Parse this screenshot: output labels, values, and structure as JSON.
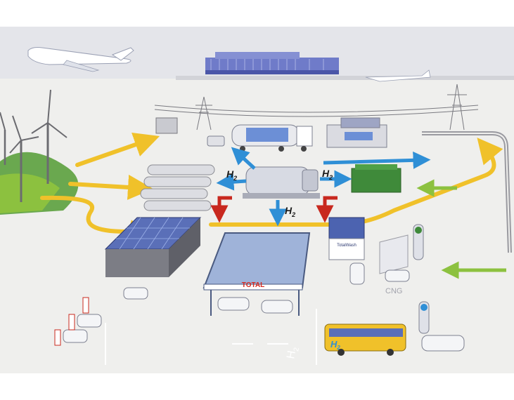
{
  "labels": {
    "h2_top_left": "H",
    "h2_top_right": "H",
    "h2_bottom": "H",
    "h2_sub": "2",
    "brand": "TOTAL",
    "wash_sign": "TotalWash",
    "cng": "CNG",
    "bus_h2": "H",
    "ground_marking": "H",
    "ground_marking_sub": "2"
  },
  "colors": {
    "energy_flow": "#f0c12a",
    "hydrogen_flow": "#2f8fd6",
    "return_flow": "#c8281e",
    "green_flow": "#8cc13f",
    "sky": "#e4e5ea",
    "ground": "#efefed",
    "brand_red": "#d5281e"
  }
}
